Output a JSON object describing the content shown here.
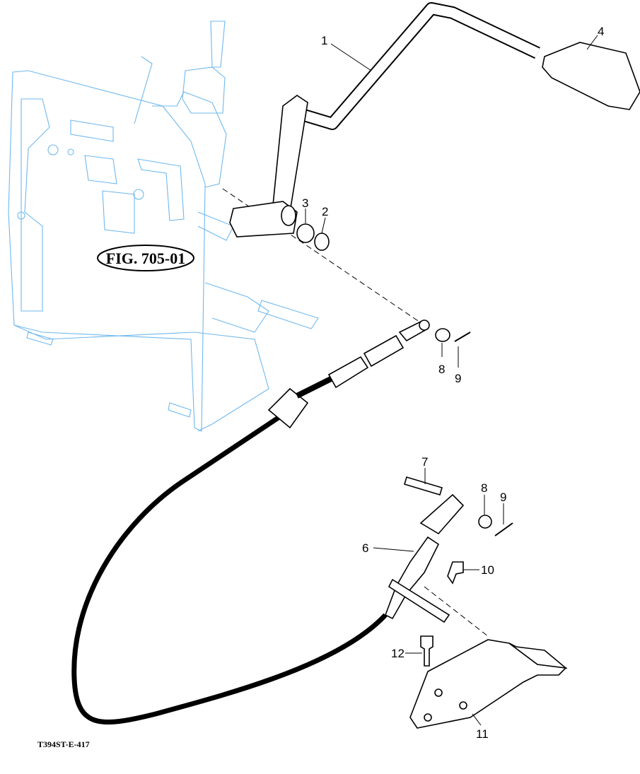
{
  "figure_reference": "FIG. 705-01",
  "drawing_code": "T394ST-E-417",
  "callouts": [
    "1",
    "2",
    "3",
    "4",
    "6",
    "7",
    "8",
    "9",
    "10",
    "11",
    "12"
  ],
  "colors": {
    "frame_line": "#6fb8ee",
    "part_line": "#000000"
  }
}
